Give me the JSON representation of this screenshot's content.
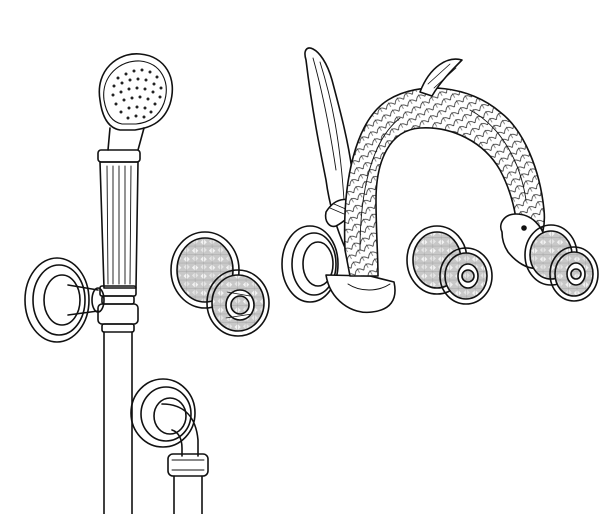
{
  "illustration": {
    "background": "#ffffff",
    "stroke": "#111111",
    "crystal_fill": "#c8c8c8",
    "crystal_facet": "#f2f2f2",
    "parts": [
      "hand-shower",
      "shower-wall-bracket",
      "wall-outlet-elbow",
      "left-crystal-valve",
      "swan-spout",
      "middle-crystal-valve",
      "right-crystal-valve"
    ]
  }
}
